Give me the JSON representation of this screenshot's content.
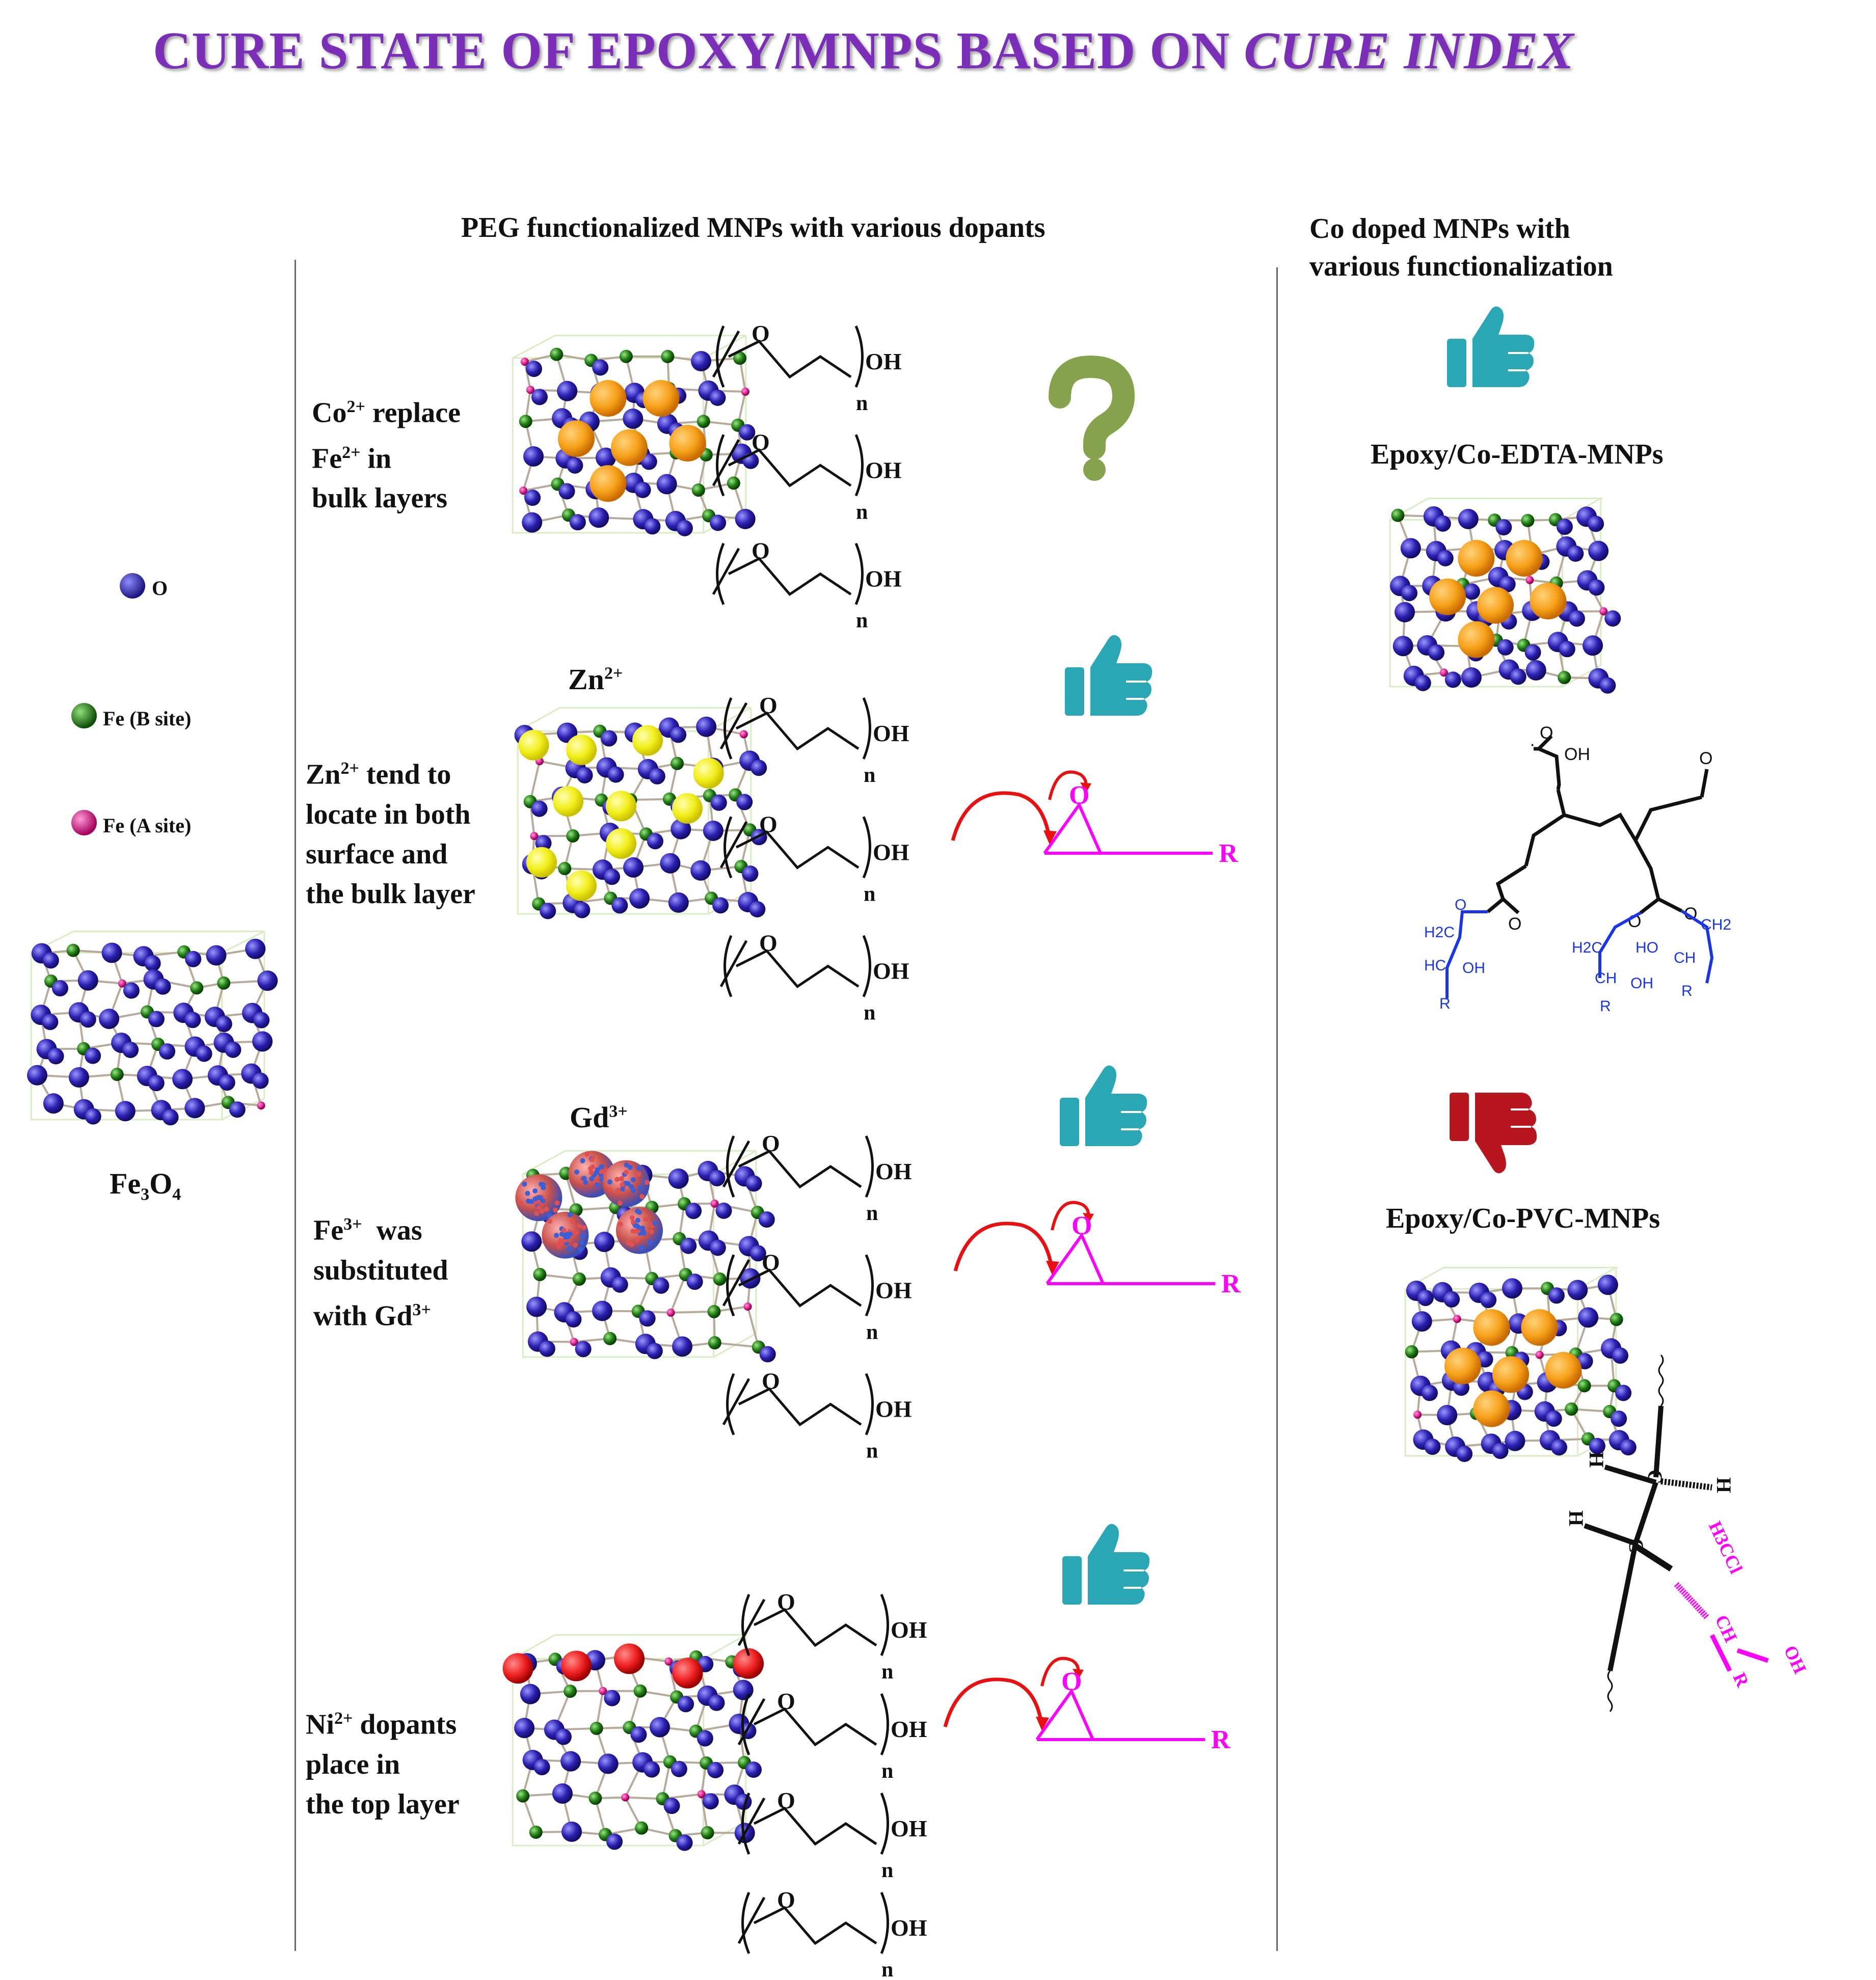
{
  "title": {
    "main": "CURE STATE OF EPOXY/MNPS BASED ON ",
    "italic": "CURE INDEX"
  },
  "left": {
    "legend": {
      "o": "O",
      "fe_b": "Fe (B site)",
      "fe_a": "Fe (A site)"
    },
    "colors": {
      "o": "#3a2fcf",
      "fe_b": "#1e7a12",
      "fe_a": "#e0208f"
    },
    "crystal_label": "Fe3O4"
  },
  "middle": {
    "header": "PEG functionalized MNPs with various dopants",
    "rows": [
      {
        "label_lines": [
          "Co2+ replace",
          "Fe2+ in",
          "bulk layers"
        ],
        "dopant": "",
        "dopant_color": "#f7a11a",
        "verdict": "question"
      },
      {
        "label_lines": [
          "Zn2+ tend to",
          "locate in both",
          "surface and",
          "the bulk layer"
        ],
        "dopant": "Zn2+",
        "dopant_color": "#f2ee1a",
        "verdict": "thumbs-up"
      },
      {
        "label_lines": [
          "Fe3+  was",
          "substituted",
          "with Gd3+"
        ],
        "dopant": "Gd3+",
        "dopant_color": "#c8504a",
        "verdict": "thumbs-up"
      },
      {
        "label_lines": [
          "Ni2+ dopants",
          "place in",
          "the top layer"
        ],
        "dopant": "",
        "dopant_color": "#ee2020",
        "verdict": "thumbs-up"
      }
    ],
    "peg": {
      "oh": "OH",
      "o": "O",
      "n": "n"
    },
    "epoxide": {
      "o": "O",
      "r": "R"
    }
  },
  "right": {
    "header_lines": [
      "Co doped MNPs with",
      "various functionalization"
    ],
    "items": [
      {
        "label": "Epoxy/Co-EDTA-MNPs",
        "verdict": "thumbs-up"
      },
      {
        "label": "Epoxy/Co-PVC-MNPs",
        "verdict": "thumbs-down"
      }
    ],
    "edta_chem": [
      "OH",
      "O",
      "O",
      "O",
      "O",
      "O",
      "O",
      "H2C",
      "HC",
      "OH",
      "R",
      "H2C",
      "CH",
      "OH",
      "R",
      "CH2",
      "CH",
      "HO",
      "R"
    ],
    "pvc_chem": [
      "H",
      "C",
      "H",
      "H",
      "C",
      "H3CCl",
      "CH",
      "OH",
      "R"
    ]
  },
  "colors": {
    "title": "#7b2fb8",
    "thumb_up": "#2aa6b4",
    "thumb_down": "#b8161e",
    "question": "#85a34d",
    "epoxide": "#ff00ff",
    "arrow": "#e81010",
    "edta_blue": "#1a34e8"
  }
}
